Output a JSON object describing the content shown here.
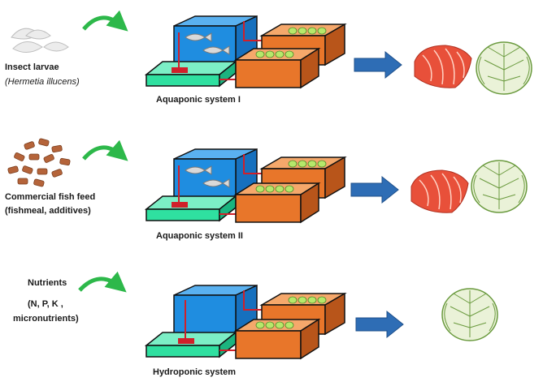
{
  "rows": [
    {
      "input_lines": [
        "Insect larvae",
        "Hermetia illucens"
      ],
      "system_label": "Aquaponic system I",
      "has_fish": true,
      "outputs": [
        "salmon-fillet",
        "lettuce-head"
      ]
    },
    {
      "input_lines": [
        "Commercial fish feed",
        "(fishmeal, additives)"
      ],
      "system_label": "Aquaponic system II",
      "has_fish": true,
      "outputs": [
        "salmon-fillet",
        "lettuce-head"
      ]
    },
    {
      "input_lines": [
        "Nutrients",
        "(N, P, K ,",
        "micronutrients)"
      ],
      "system_label": "Hydroponic system",
      "has_fish": false,
      "outputs": [
        "lettuce-head"
      ]
    }
  ],
  "colors": {
    "fish_tank": "#1f8de0",
    "sump_tank": "#2fe0a0",
    "grow_bed": "#e8762a",
    "process_arrow": "#2e6db5",
    "input_arrow": "#2db84a",
    "pipe": "#d0202a",
    "larvae": "#e6e6e6",
    "pellets": "#b5643a",
    "salmon": "#e8503a",
    "lettuce": "#6a9a3e"
  },
  "icons": [
    "larvae-icon",
    "fish-feed-pellets-icon",
    "fish-icon",
    "plant-icon",
    "salmon-fillet-icon",
    "lettuce-icon"
  ]
}
